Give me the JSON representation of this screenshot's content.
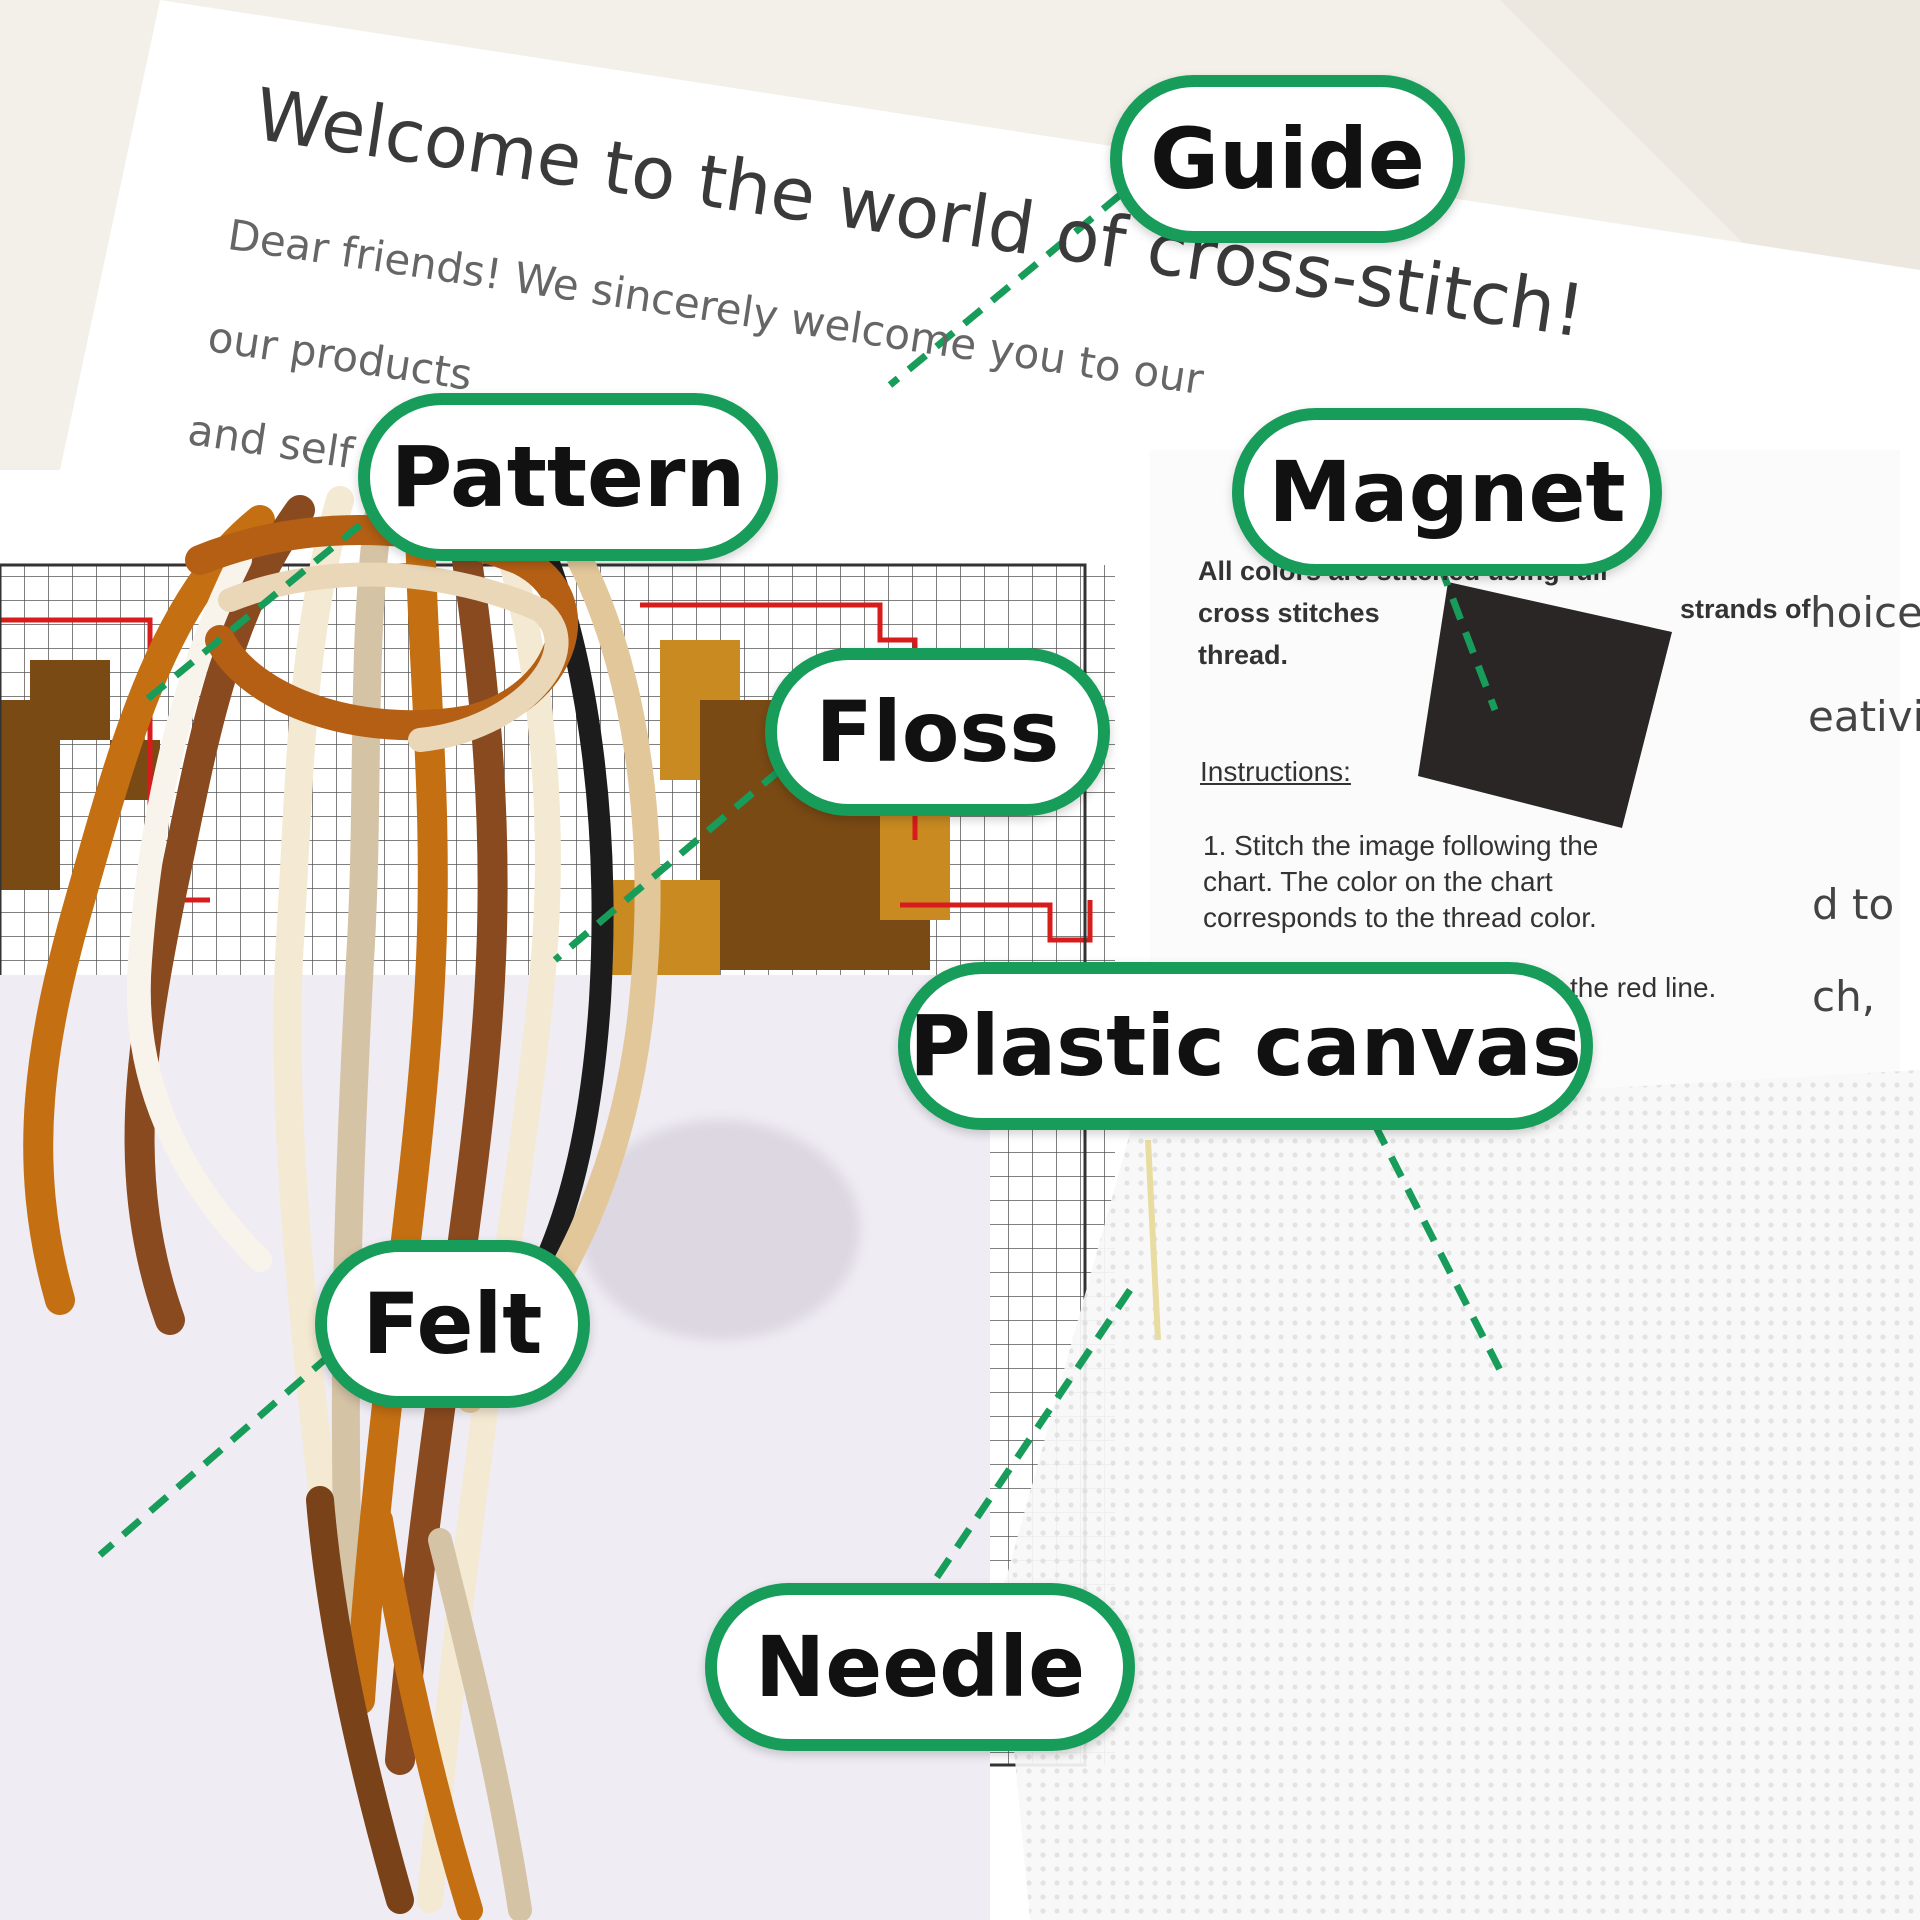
{
  "labels": {
    "guide": "Guide",
    "pattern": "Pattern",
    "magnet": "Magnet",
    "floss": "Floss",
    "plastic_canvas": "Plastic canvas",
    "felt": "Felt",
    "needle": "Needle"
  },
  "guide_sheet": {
    "title": "Welcome to the world of cross-stitch!",
    "line1": "Dear friends! We sincerely welcome you to our",
    "line2": "our products",
    "line3": "and self"
  },
  "instructions_sheet": {
    "note_line1": "All colors are stitched using full",
    "note_line2": "cross stitches",
    "note_line2b": "strands of",
    "note_line3": "thread.",
    "heading": "Instructions:",
    "step1_line1": "1.  Stitch  the  image  following  the",
    "step1_line2": "chart.   The   color   on   the   chart",
    "step1_line3": "corresponds to the thread color.",
    "step2_tail": "the red line."
  },
  "side_text": {
    "l1": "hoice",
    "l2": "eativit",
    "l3": "d to",
    "l4": "ch,"
  },
  "colors": {
    "label_border": "#179c5a",
    "leader_line": "#179c5a",
    "chart_brown": "#7a4a14",
    "chart_orange": "#c98a22",
    "chart_red_outline": "#d81b1b"
  }
}
